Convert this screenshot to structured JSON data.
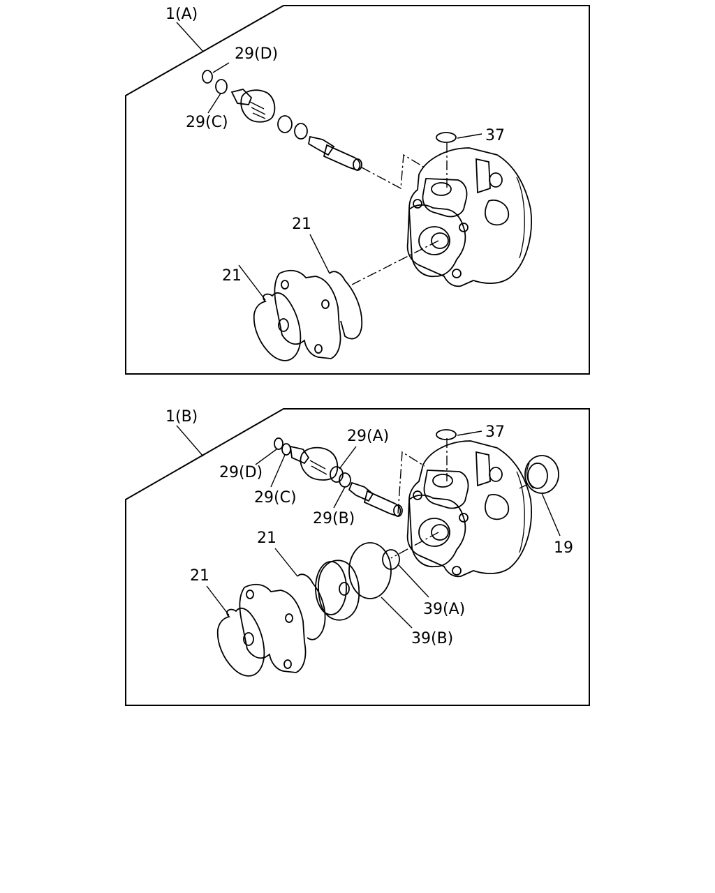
{
  "panels": [
    {
      "title": "1(A)",
      "callouts": {
        "c29d": "29(D)",
        "c29c": "29(C)",
        "c37": "37",
        "c21a": "21",
        "c21b": "21"
      }
    },
    {
      "title": "1(B)",
      "callouts": {
        "c29a": "29(A)",
        "c29d": "29(D)",
        "c29c": "29(C)",
        "c29b": "29(B)",
        "c37": "37",
        "c19": "19",
        "c21a": "21",
        "c21b": "21",
        "c39a": "39(A)",
        "c39b": "39(B)"
      }
    }
  ]
}
